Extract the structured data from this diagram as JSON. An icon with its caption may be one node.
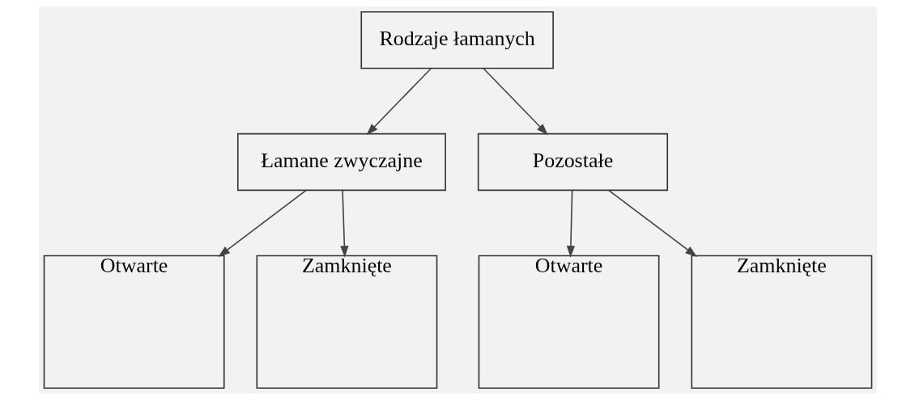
{
  "diagram": {
    "nodes": [
      {
        "text": [
          "Rodzaje łamanych"
        ]
      },
      {
        "text": [
          "Łamane zwyczajne"
        ]
      },
      {
        "text": [
          "Pozostałe"
        ]
      },
      {
        "text": [
          "Otwarte"
        ]
      },
      {
        "text": [
          "Zamknięte"
        ]
      },
      {
        "text": [
          "Otwarte"
        ]
      },
      {
        "text": [
          "Zamknięte"
        ]
      }
    ],
    "edges": [
      {
        "from": 0,
        "to": 1,
        "arrow": "to"
      },
      {
        "from": 0,
        "to": 2,
        "arrow": "to"
      },
      {
        "from": 1,
        "to": 3,
        "arrow": "to"
      },
      {
        "from": 1,
        "to": 4,
        "arrow": "to"
      },
      {
        "from": 2,
        "to": 5,
        "arrow": "to"
      },
      {
        "from": 2,
        "to": 6,
        "arrow": "to"
      }
    ]
  }
}
